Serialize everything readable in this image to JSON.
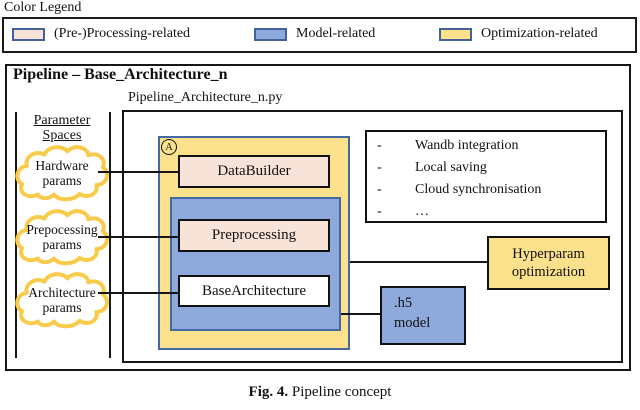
{
  "legend": {
    "title": "Color Legend",
    "items": [
      {
        "label": "(Pre-)Processing-related",
        "color": "#F8E3D9"
      },
      {
        "label": "Model-related",
        "color": "#8EA9DB"
      },
      {
        "label": "Optimization-related",
        "color": "#FBE18C"
      }
    ]
  },
  "pipeline": {
    "title": "Pipeline – Base_Architecture_n",
    "file_label": "Pipeline_Architecture_n.py",
    "annotation_marker": "A",
    "parameter_spaces": {
      "title_line1": "Parameter",
      "title_line2": "Spaces",
      "clouds": [
        {
          "line1": "Hardware",
          "line2": "params"
        },
        {
          "line1": "Prepocessing",
          "line2": "params"
        },
        {
          "line1": "Architecture",
          "line2": "params"
        }
      ]
    },
    "blocks": {
      "data_builder": "DataBuilder",
      "preprocessing": "Preprocessing",
      "base_architecture": "BaseArchitecture",
      "hyperparam_line1": "Hyperparam",
      "hyperparam_line2": "optimization",
      "h5_line1": ".h5",
      "h5_line2": "model"
    },
    "features": {
      "bullet": "-",
      "items": [
        "Wandb integration",
        "Local saving",
        "Cloud synchronisation",
        "…"
      ]
    }
  },
  "caption": {
    "label": "Fig. 4.",
    "text": "Pipeline concept"
  }
}
